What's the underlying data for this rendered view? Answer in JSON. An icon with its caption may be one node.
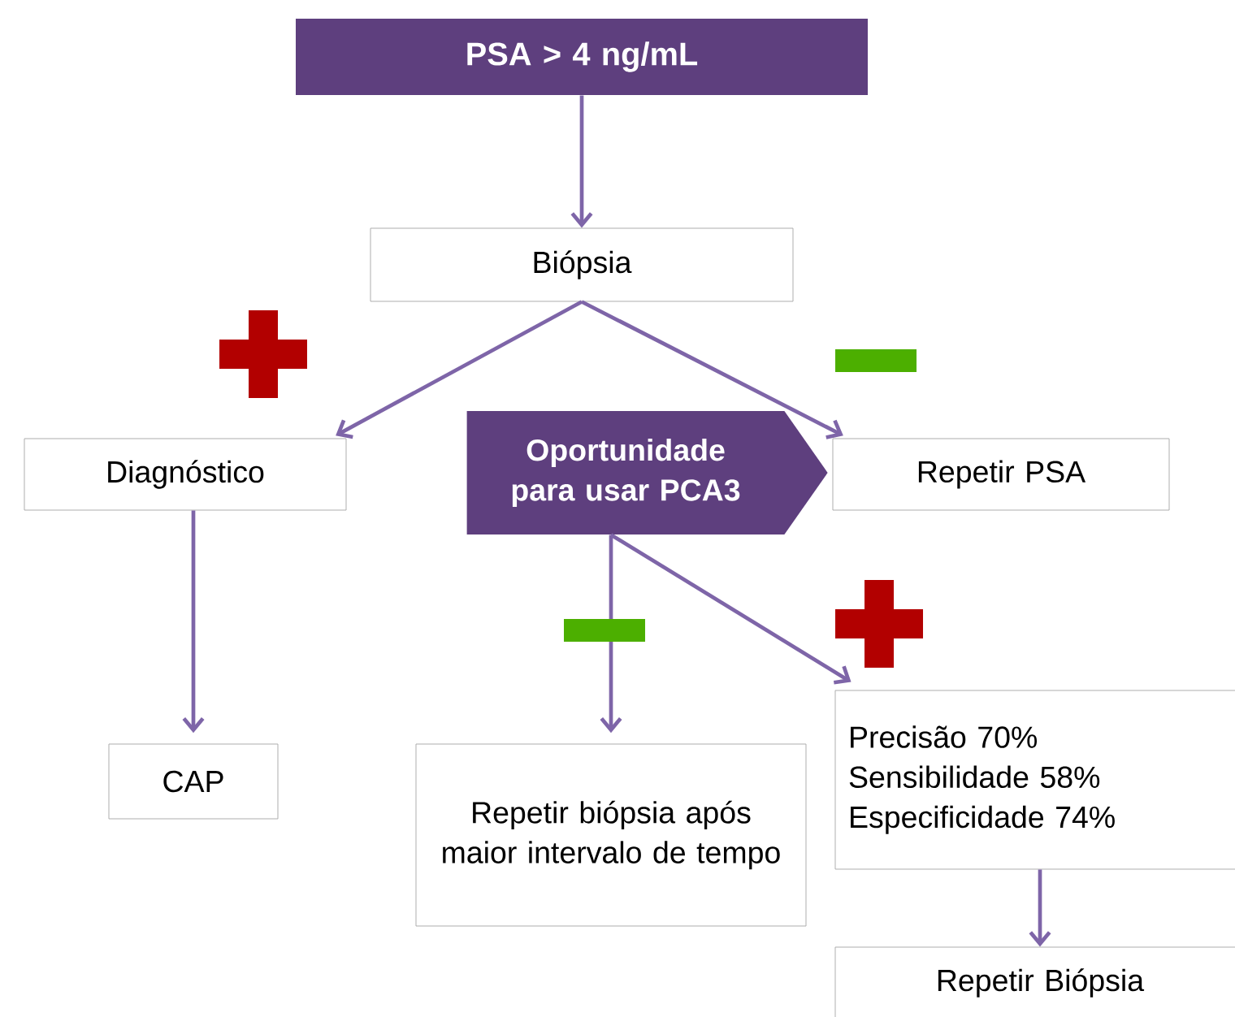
{
  "diagram": {
    "nodes": [
      {
        "text": [
          "PSA > 4 ng/mL"
        ]
      },
      {
        "text": [
          "Biópsia"
        ]
      },
      {
        "text": [
          "Diagnóstico"
        ]
      },
      {
        "text": [
          "Oportunidade para usar PCA3"
        ]
      },
      {
        "text": [
          "Repetir PSA"
        ]
      },
      {
        "text": [
          "CAP"
        ]
      },
      {
        "text": [
          "Repetir biópsia após maior intervalo de tempo"
        ]
      },
      {
        "text": [
          "Precisão 70%",
          "Sensibilidade 58%",
          "Especificidade 74%"
        ]
      },
      {
        "text": [
          "Repetir Biópsia"
        ]
      }
    ],
    "edges": [
      {
        "from": 0,
        "to": 1,
        "arrow": "to"
      },
      {
        "from": 1,
        "to": 2,
        "arrow": "to"
      },
      {
        "from": 1,
        "to": 4,
        "arrow": "to"
      },
      {
        "from": 2,
        "to": 5,
        "arrow": "to"
      },
      {
        "from": 3,
        "to": 6,
        "arrow": "to"
      },
      {
        "from": 3,
        "to": 7,
        "arrow": "to"
      },
      {
        "from": 7,
        "to": 8,
        "arrow": "to"
      }
    ]
  }
}
